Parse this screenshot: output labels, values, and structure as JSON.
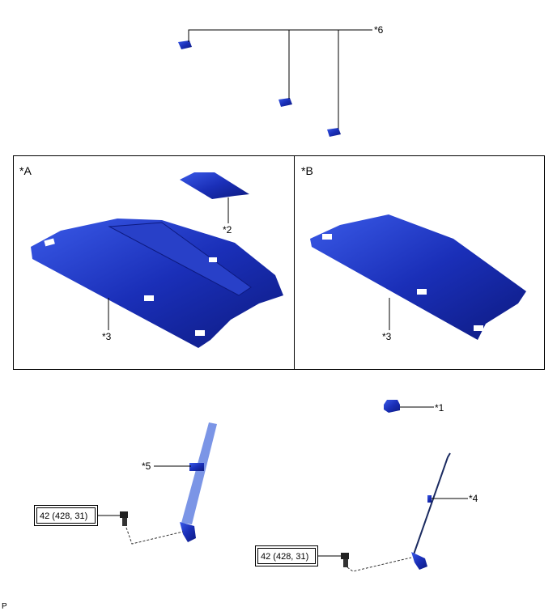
{
  "callouts": {
    "c1": "*1",
    "c2": "*2",
    "c3a": "*3",
    "c3b": "*3",
    "c4": "*4",
    "c5": "*5",
    "c6": "*6"
  },
  "panels": {
    "a": "*A",
    "b": "*B"
  },
  "torque": {
    "left": "42 (428, 31)",
    "right": "42 (428, 31)"
  },
  "footer_code": "P",
  "colors": {
    "part": "#1a2fb8",
    "part_dark": "#0d1a80",
    "part_light": "#4a6ae8"
  }
}
